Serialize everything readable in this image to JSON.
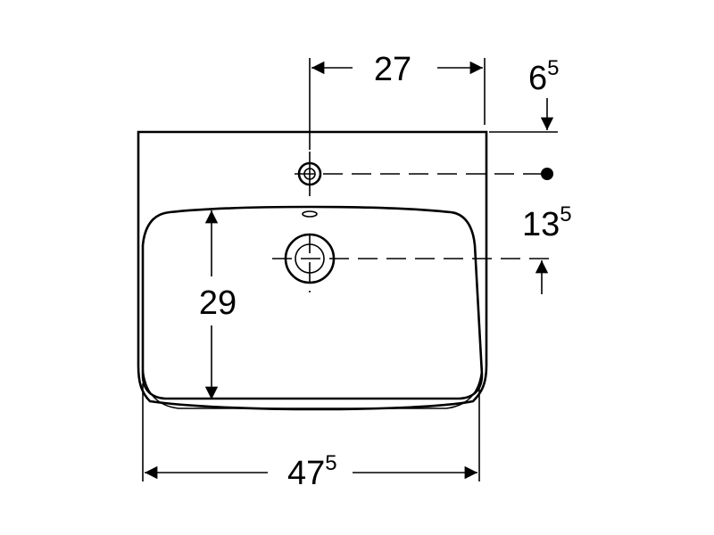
{
  "drawing": {
    "dimensions": {
      "faucet_offset": {
        "main": "27",
        "sup": ""
      },
      "top_offset": {
        "main": "6",
        "sup": "5"
      },
      "hole_to_drain": {
        "main": "13",
        "sup": "5"
      },
      "bowl_depth": {
        "main": "29",
        "sup": ""
      },
      "overall_width": {
        "main": "47",
        "sup": "5"
      }
    },
    "colors": {
      "ink": "#000000",
      "paper": "#ffffff"
    }
  }
}
